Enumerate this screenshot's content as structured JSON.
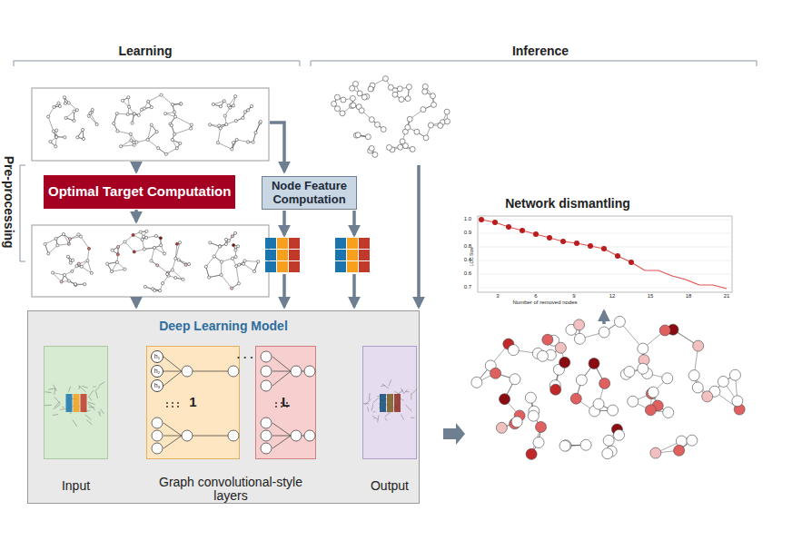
{
  "diagram": {
    "nodes": [
      {
        "text": [
          "Optimal Target Computation"
        ]
      },
      {
        "text": [
          "Node Feature Computation"
        ]
      },
      {
        "text": [
          "Deep Learning Model"
        ]
      },
      {
        "text": [
          "Input"
        ],
        "in": 2
      },
      {
        "text": [
          "1"
        ],
        "in": 2
      },
      {
        "text": [
          "h₁"
        ],
        "in": 4
      },
      {
        "text": [
          "h₂"
        ],
        "in": 4
      },
      {
        "text": [
          "h₃"
        ],
        "in": 4
      },
      {
        "text": [
          "L"
        ],
        "in": 2
      },
      {
        "text": [
          "Output"
        ],
        "in": 2
      }
    ],
    "labels": [
      "Learning",
      "Inference",
      "Pre-processing",
      "Network dismantling",
      "· · ·",
      "Graph convolutional-style layers",
      "LCC Size",
      "Number of removed nodes",
      "1.0",
      "0.9",
      "0.8",
      "0.4",
      "0.6",
      "0.7",
      "3",
      "6",
      "9",
      "12",
      "15",
      "18",
      "21"
    ]
  }
}
